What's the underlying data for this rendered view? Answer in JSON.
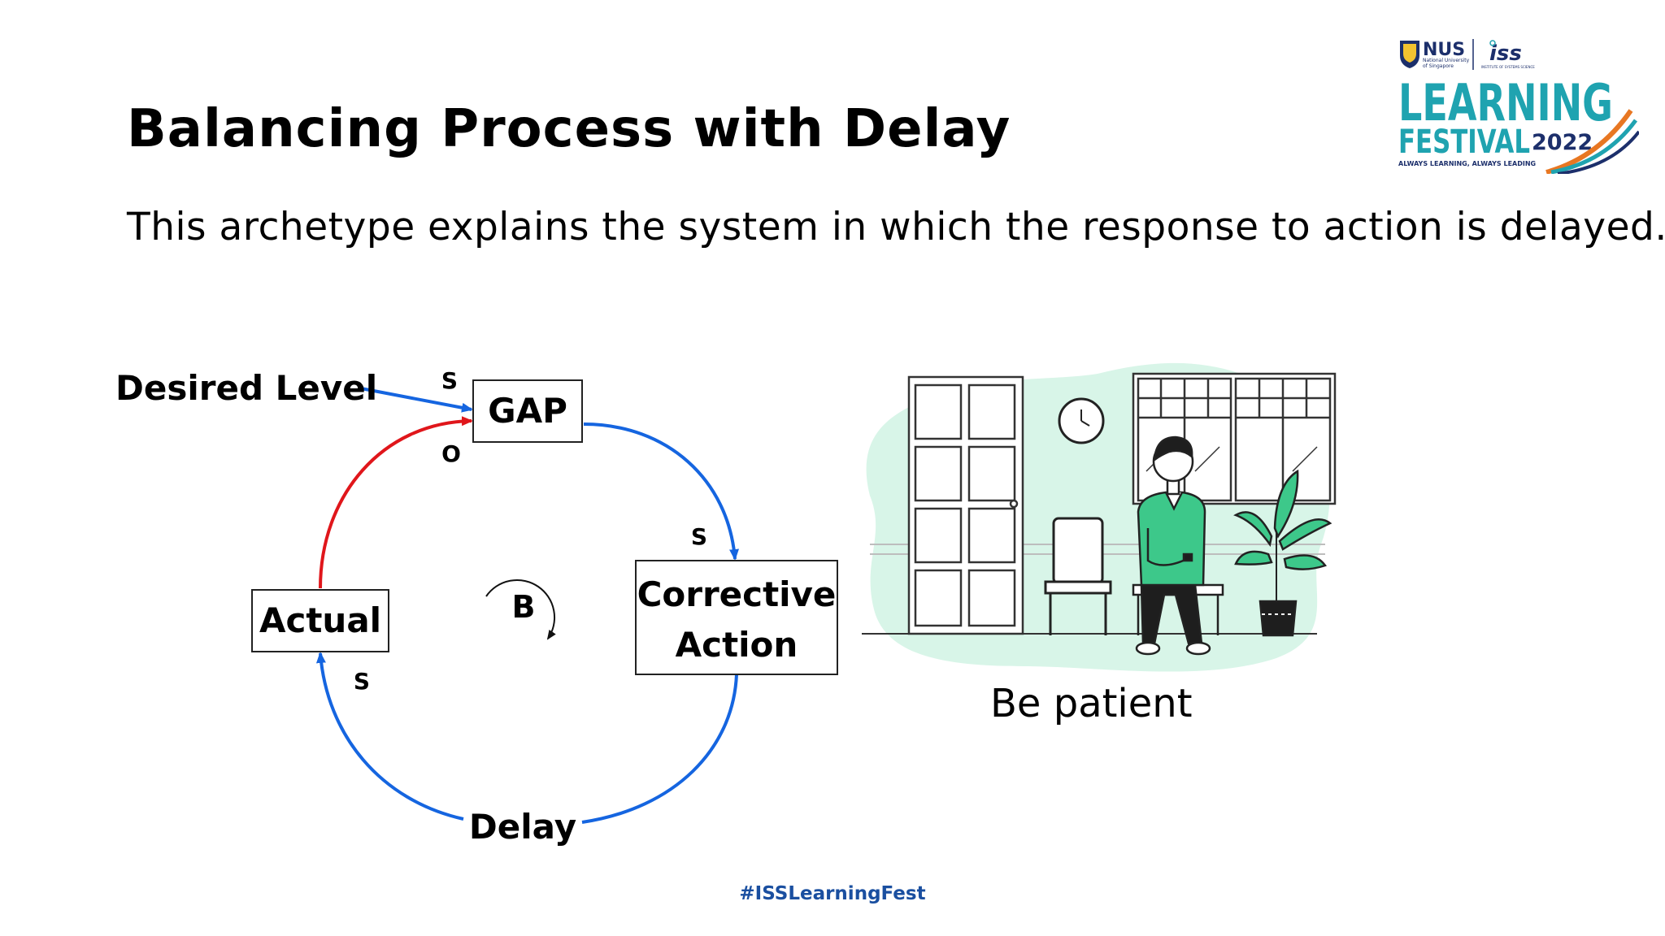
{
  "slide": {
    "title": "Balancing Process with Delay",
    "subtitle": "This archetype explains the system in which the response to action is delayed.",
    "hashtag": "#ISSLearningFest"
  },
  "logo": {
    "nus": "NUS",
    "nus_sub_1": "National University",
    "nus_sub_2": "of Singapore",
    "iss": "iss",
    "iss_sub": "INSTITUTE OF SYSTEMS SCIENCE",
    "learning": "LEARNING",
    "festival": "FESTIVAL",
    "year": "2022",
    "tagline": "ALWAYS LEARNING, ALWAYS LEADING"
  },
  "diagram": {
    "desired_level": "Desired Level",
    "gap": "GAP",
    "corrective_action_line1": "Corrective",
    "corrective_action_line2": "Action",
    "actual": "Actual",
    "delay": "Delay",
    "loop_label": "B",
    "polarity_desired_gap": "S",
    "polarity_actual_gap": "O",
    "polarity_gap_corrective": "S",
    "polarity_delay_actual": "S",
    "colors": {
      "positive_link": "#1565e0",
      "negative_link": "#e0161b"
    }
  },
  "illustration": {
    "caption": "Be patient",
    "icon": "person-waiting-illustration",
    "colors": {
      "background_blob": "#d8f5e8",
      "shirt": "#3dc88a",
      "line": "#1f1f1f"
    }
  }
}
